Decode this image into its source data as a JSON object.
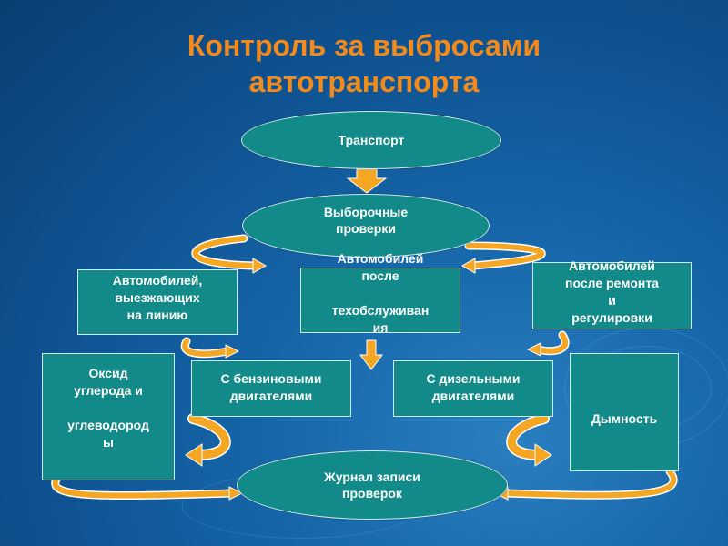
{
  "title": "Контроль за выбросами\nавтотранспорта",
  "nodes": {
    "transport": "Транспорт",
    "sample_checks": "Выборочные\nпроверки",
    "cars_leaving": "Автомобилей,\nвыезжающих\nна линию",
    "cars_after_service": "Автомобилей\nпосле\n\nтехобслуживан\nия",
    "cars_after_repair": "Автомобилей\nпосле ремонта\nи\nрегулировки",
    "co_hc": "Оксид\nуглерода и\n\nуглеводород\nы",
    "gasoline_engines": "С бензиновыми\nдвигателями",
    "diesel_engines": "С дизельными\nдвигателями",
    "smoke": "Дымность",
    "log": "Журнал записи\nпроверок"
  },
  "colors": {
    "title": "#f28a1c",
    "node_fill": "#138a8a",
    "arrow_orange": "#f5a623",
    "arrow_outline": "#ffffff"
  }
}
